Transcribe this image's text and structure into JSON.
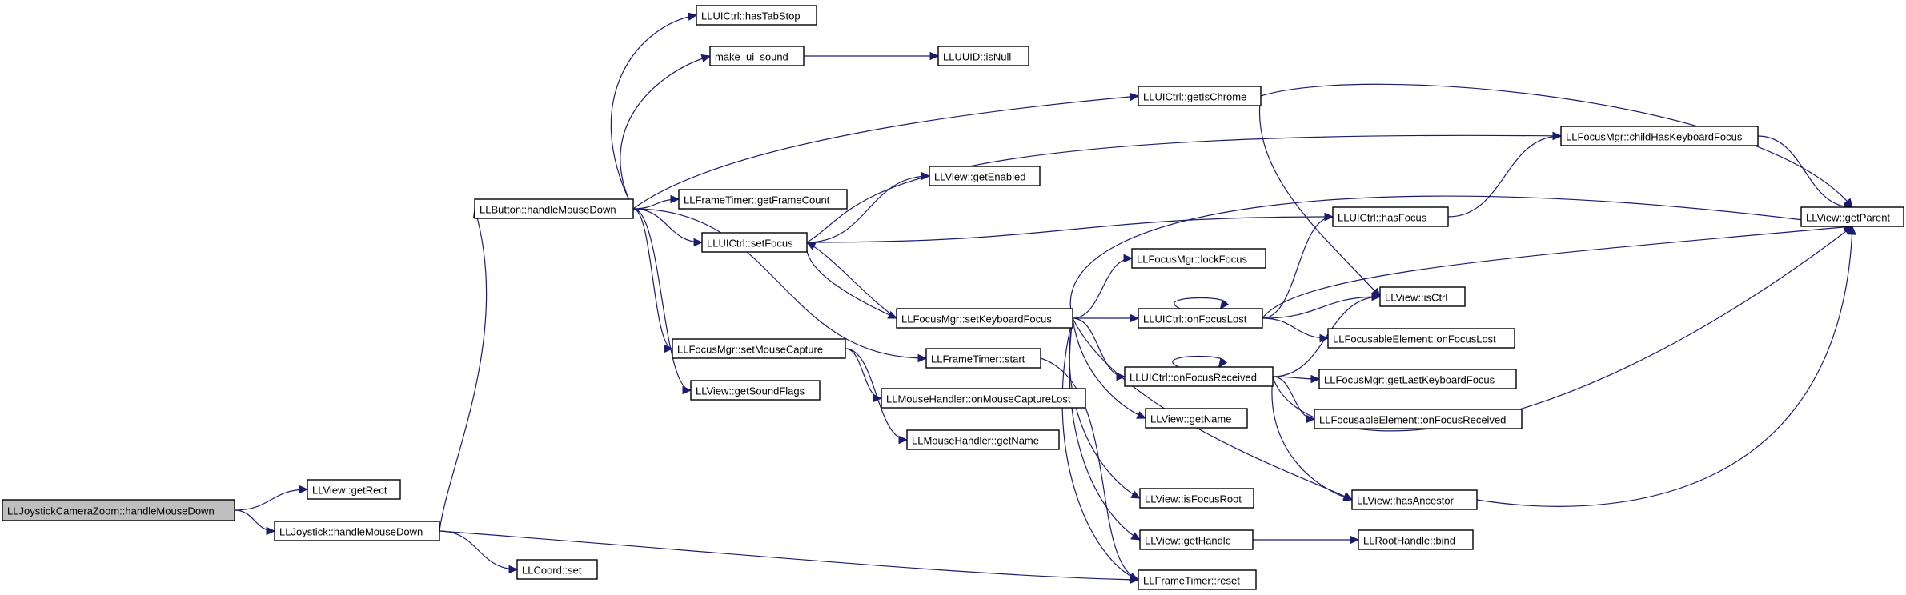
{
  "graph": {
    "colors": {
      "edge": "#1c1c6e",
      "node_fill": "#ffffff",
      "root_fill": "#bfbfbf",
      "node_border": "#000000"
    },
    "nodes": [
      {
        "id": "root",
        "label": "LLJoystickCameraZoom::handleMouseDown",
        "root": true
      },
      {
        "id": "getRect",
        "label": "LLView::getRect"
      },
      {
        "id": "joystickHMD",
        "label": "LLJoystick::handleMouseDown"
      },
      {
        "id": "coordSet",
        "label": "LLCoord::set"
      },
      {
        "id": "buttonHMD",
        "label": "LLButton::handleMouseDown"
      },
      {
        "id": "hasTabStop",
        "label": "LLUICtrl::hasTabStop"
      },
      {
        "id": "makeUiSound",
        "label": "make_ui_sound"
      },
      {
        "id": "uuidIsNull",
        "label": "LLUUID::isNull"
      },
      {
        "id": "getIsChrome",
        "label": "LLUICtrl::getIsChrome"
      },
      {
        "id": "childHasKF",
        "label": "LLFocusMgr::childHasKeyboardFocus"
      },
      {
        "id": "getParent",
        "label": "LLView::getParent"
      },
      {
        "id": "getFrameCount",
        "label": "LLFrameTimer::getFrameCount"
      },
      {
        "id": "getEnabled",
        "label": "LLView::getEnabled"
      },
      {
        "id": "setFocus",
        "label": "LLUICtrl::setFocus"
      },
      {
        "id": "hasFocus",
        "label": "LLUICtrl::hasFocus"
      },
      {
        "id": "lockFocus",
        "label": "LLFocusMgr::lockFocus"
      },
      {
        "id": "isCtrl",
        "label": "LLView::isCtrl"
      },
      {
        "id": "setKF",
        "label": "LLFocusMgr::setKeyboardFocus"
      },
      {
        "id": "onFocusLost",
        "label": "LLUICtrl::onFocusLost"
      },
      {
        "id": "feOnFocusLost",
        "label": "LLFocusableElement::onFocusLost"
      },
      {
        "id": "setMouseCapture",
        "label": "LLFocusMgr::setMouseCapture"
      },
      {
        "id": "timerStart",
        "label": "LLFrameTimer::start"
      },
      {
        "id": "onFocusReceived",
        "label": "LLUICtrl::onFocusReceived"
      },
      {
        "id": "getLastKF",
        "label": "LLFocusMgr::getLastKeyboardFocus"
      },
      {
        "id": "getSoundFlags",
        "label": "LLView::getSoundFlags"
      },
      {
        "id": "onMouseCaptureLost",
        "label": "LLMouseHandler::onMouseCaptureLost"
      },
      {
        "id": "getName",
        "label": "LLView::getName"
      },
      {
        "id": "feOnFocusReceived",
        "label": "LLFocusableElement::onFocusReceived"
      },
      {
        "id": "mhGetName",
        "label": "LLMouseHandler::getName"
      },
      {
        "id": "isFocusRoot",
        "label": "LLView::isFocusRoot"
      },
      {
        "id": "hasAncestor",
        "label": "LLView::hasAncestor"
      },
      {
        "id": "getHandle",
        "label": "LLView::getHandle"
      },
      {
        "id": "rhBind",
        "label": "LLRootHandle::bind"
      },
      {
        "id": "timerReset",
        "label": "LLFrameTimer::reset"
      }
    ],
    "edges": [
      [
        "root",
        "getRect"
      ],
      [
        "root",
        "joystickHMD"
      ],
      [
        "joystickHMD",
        "buttonHMD"
      ],
      [
        "joystickHMD",
        "coordSet"
      ],
      [
        "joystickHMD",
        "timerReset"
      ],
      [
        "buttonHMD",
        "hasTabStop"
      ],
      [
        "buttonHMD",
        "makeUiSound"
      ],
      [
        "buttonHMD",
        "getIsChrome"
      ],
      [
        "buttonHMD",
        "getFrameCount"
      ],
      [
        "buttonHMD",
        "setFocus"
      ],
      [
        "buttonHMD",
        "setMouseCapture"
      ],
      [
        "buttonHMD",
        "getSoundFlags"
      ],
      [
        "buttonHMD",
        "timerStart"
      ],
      [
        "makeUiSound",
        "uuidIsNull"
      ],
      [
        "getIsChrome",
        "getParent"
      ],
      [
        "getIsChrome",
        "isCtrl"
      ],
      [
        "setFocus",
        "getEnabled"
      ],
      [
        "setFocus",
        "childHasKF"
      ],
      [
        "setFocus",
        "hasFocus"
      ],
      [
        "setFocus",
        "setKF"
      ],
      [
        "setKF",
        "setFocus"
      ],
      [
        "setKF",
        "getParent"
      ],
      [
        "setKF",
        "lockFocus"
      ],
      [
        "setKF",
        "onFocusLost"
      ],
      [
        "setKF",
        "onFocusReceived"
      ],
      [
        "setKF",
        "getName"
      ],
      [
        "setKF",
        "isFocusRoot"
      ],
      [
        "setKF",
        "hasAncestor"
      ],
      [
        "setKF",
        "getHandle"
      ],
      [
        "setKF",
        "timerReset"
      ],
      [
        "hasFocus",
        "childHasKF"
      ],
      [
        "childHasKF",
        "getParent"
      ],
      [
        "onFocusLost",
        "onFocusLost"
      ],
      [
        "onFocusLost",
        "hasFocus"
      ],
      [
        "onFocusLost",
        "isCtrl"
      ],
      [
        "onFocusLost",
        "getParent"
      ],
      [
        "onFocusLost",
        "feOnFocusLost"
      ],
      [
        "onFocusReceived",
        "onFocusReceived"
      ],
      [
        "onFocusReceived",
        "isCtrl"
      ],
      [
        "onFocusReceived",
        "getLastKF"
      ],
      [
        "onFocusReceived",
        "feOnFocusReceived"
      ],
      [
        "onFocusReceived",
        "getParent"
      ],
      [
        "onFocusReceived",
        "hasAncestor"
      ],
      [
        "setMouseCapture",
        "onMouseCaptureLost"
      ],
      [
        "setMouseCapture",
        "mhGetName"
      ],
      [
        "timerStart",
        "timerReset"
      ],
      [
        "hasAncestor",
        "getParent"
      ],
      [
        "getHandle",
        "rhBind"
      ]
    ]
  }
}
